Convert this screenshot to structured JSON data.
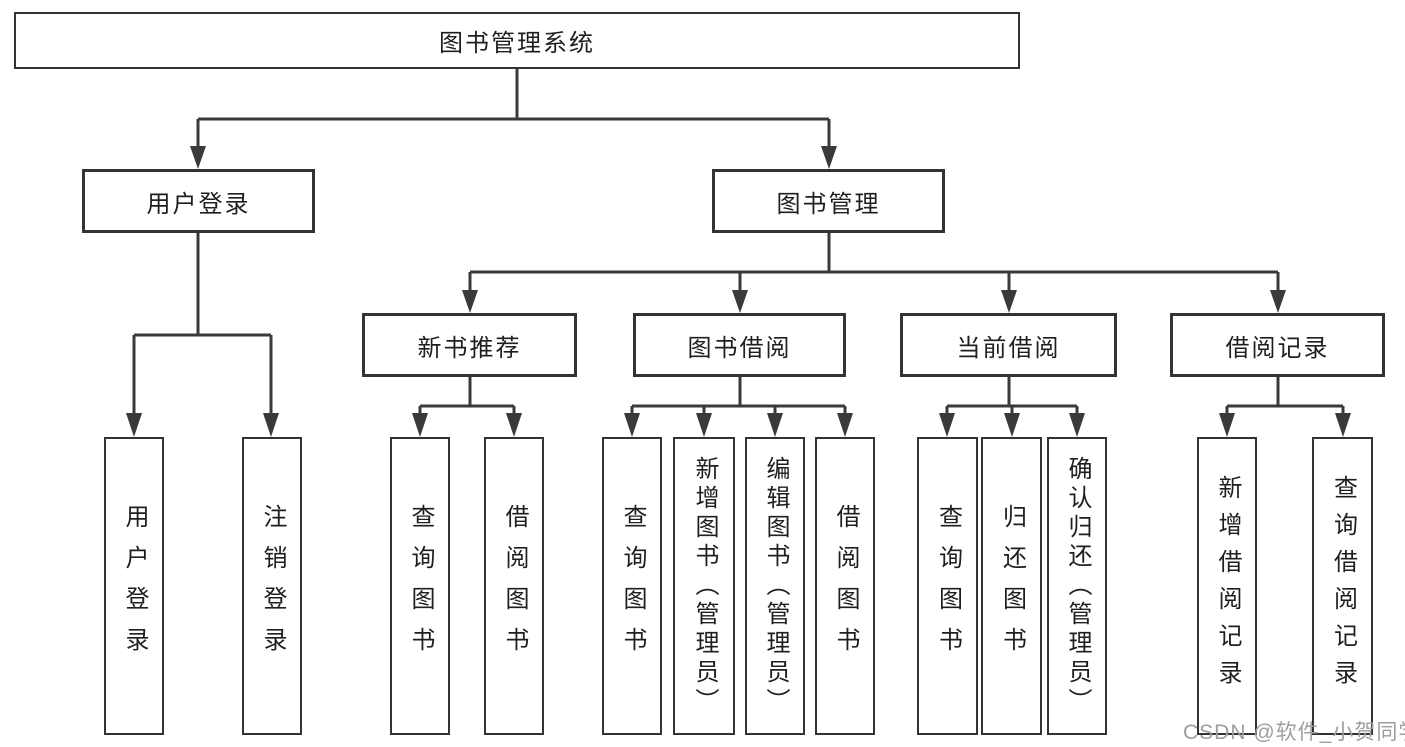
{
  "diagram": {
    "root": {
      "label": "图书管理系统"
    },
    "level2": [
      {
        "label": "用户登录"
      },
      {
        "label": "图书管理"
      }
    ],
    "level3": [
      {
        "label": "新书推荐"
      },
      {
        "label": "图书借阅"
      },
      {
        "label": "当前借阅"
      },
      {
        "label": "借阅记录"
      }
    ],
    "leaves": {
      "user_login": [
        {
          "label": "用户登录"
        },
        {
          "label": "注销登录"
        }
      ],
      "new_book": [
        {
          "label": "查询图书"
        },
        {
          "label": "借阅图书"
        }
      ],
      "book_borrow": [
        {
          "label": "查询图书"
        },
        {
          "label": "新增图书（管理员）"
        },
        {
          "label": "编辑图书（管理员）"
        },
        {
          "label": "借阅图书"
        }
      ],
      "current_borrow": [
        {
          "label": "查询图书"
        },
        {
          "label": "归还图书"
        },
        {
          "label": "确认归还（管理员）"
        }
      ],
      "borrow_record": [
        {
          "label": "新增借阅记录"
        },
        {
          "label": "查询借阅记录"
        }
      ]
    }
  },
  "watermark": {
    "text": "CSDN @软件_小贺同学"
  },
  "colors": {
    "line": "#3a3a3a",
    "box_border": "#333333",
    "text": "#1f1f1f",
    "watermark": "#9e9e9e",
    "background": "#ffffff"
  }
}
